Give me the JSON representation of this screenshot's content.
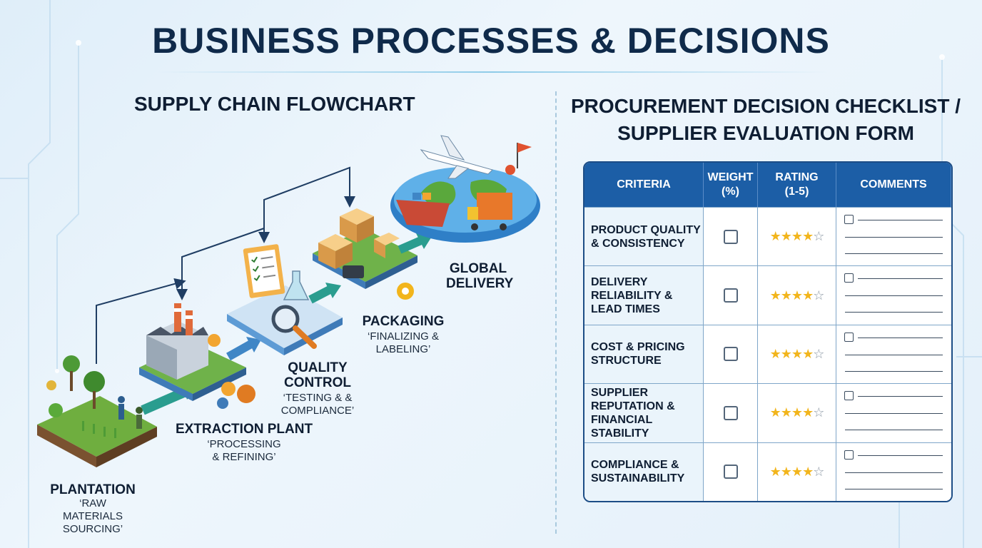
{
  "header": {
    "title": "BUSINESS PROCESSES & DECISIONS"
  },
  "flowchart": {
    "title": "SUPPLY CHAIN FLOWCHART",
    "stages": [
      {
        "name": "PLANTATION",
        "desc": "‘RAW MATERIALS SOURCING’"
      },
      {
        "name": "EXTRACTION PLANT",
        "desc": "‘PROCESSING & REFINING’"
      },
      {
        "name": "QUALITY CONTROL",
        "desc": "‘TESTING & & COMPLIANCE’"
      },
      {
        "name": "PACKAGING",
        "desc": "‘FINALIZING & LABELING’"
      },
      {
        "name": "GLOBAL DELIVERY",
        "desc": ""
      }
    ]
  },
  "checklist": {
    "title": "PROCUREMENT DECISION CHECKLIST / SUPPLIER EVALUATION FORM",
    "columns": [
      "CRITERIA",
      "WEIGHT (%)",
      "RATING (1-5)",
      "COMMENTS"
    ],
    "rows": [
      {
        "criteria": "PRODUCT QUALITY & CONSISTENCY",
        "rating": 4
      },
      {
        "criteria": "DELIVERY RELIABILITY & LEAD TIMES",
        "rating": 4
      },
      {
        "criteria": "COST & PRICING STRUCTURE",
        "rating": 4
      },
      {
        "criteria": "SUPPLIER REPUTATION & FINANCIAL STABILITY",
        "rating": 4
      },
      {
        "criteria": "COMPLIANCE & SUSTAINABILITY",
        "rating": 4
      }
    ],
    "max_rating": 5,
    "colors": {
      "header": "#1c5ea6",
      "star": "#f2b51c",
      "border": "#1c4d86"
    }
  }
}
